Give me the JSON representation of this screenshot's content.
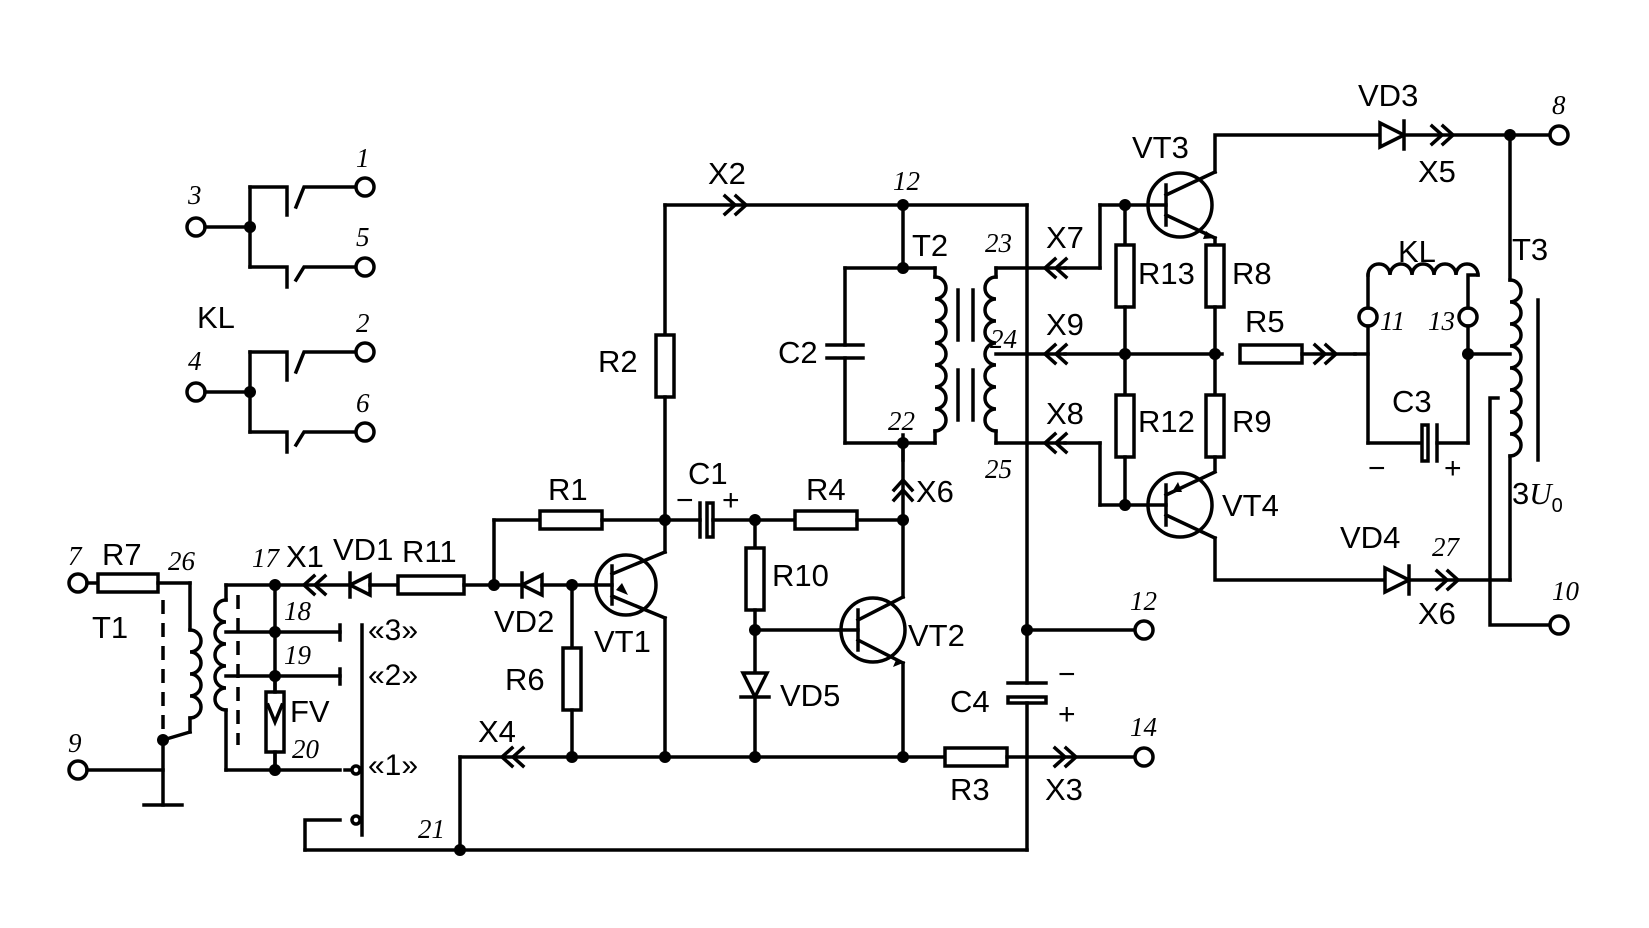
{
  "components": {
    "VT1": "VT1",
    "VT2": "VT2",
    "VT3": "VT3",
    "VT4": "VT4",
    "VD1": "VD1",
    "VD2": "VD2",
    "VD3": "VD3",
    "VD4": "VD4",
    "VD5": "VD5",
    "R1": "R1",
    "R2": "R2",
    "R3": "R3",
    "R4": "R4",
    "R5": "R5",
    "R6": "R6",
    "R7": "R7",
    "R8": "R8",
    "R9": "R9",
    "R10": "R10",
    "R11": "R11",
    "R12": "R12",
    "R13": "R13",
    "C1": "C1",
    "C2": "C2",
    "C3": "C3",
    "C4": "C4",
    "T1": "T1",
    "T2": "T2",
    "T3": "T3",
    "KL_top": "KL",
    "KL_relay": "KL",
    "FV": "FV",
    "X1": "X1",
    "X2": "X2",
    "X3": "X3",
    "X4": "X4",
    "X5": "X5",
    "X6a": "X6",
    "X6b": "X6",
    "X7": "X7",
    "X8": "X8",
    "X9": "X9"
  },
  "nodes": {
    "n1": "1",
    "n2": "2",
    "n3": "3",
    "n4": "4",
    "n5": "5",
    "n6": "6",
    "n7": "7",
    "n8": "8",
    "n9": "9",
    "n10": "10",
    "n11": "11",
    "n12a": "12",
    "n12b": "12",
    "n13": "13",
    "n14": "14",
    "n17": "17",
    "n18": "18",
    "n19": "19",
    "n20": "20",
    "n21": "21",
    "n22": "22",
    "n23": "23",
    "n24": "24",
    "n25": "25",
    "n26": "26",
    "n27": "27"
  },
  "taps": {
    "t3": "«3»",
    "t2": "«2»",
    "t1": "«1»"
  },
  "polarity": {
    "minus": "−",
    "plus": "+"
  },
  "output_label": {
    "prefix": "3",
    "symbol": "U",
    "subscript": "0"
  }
}
